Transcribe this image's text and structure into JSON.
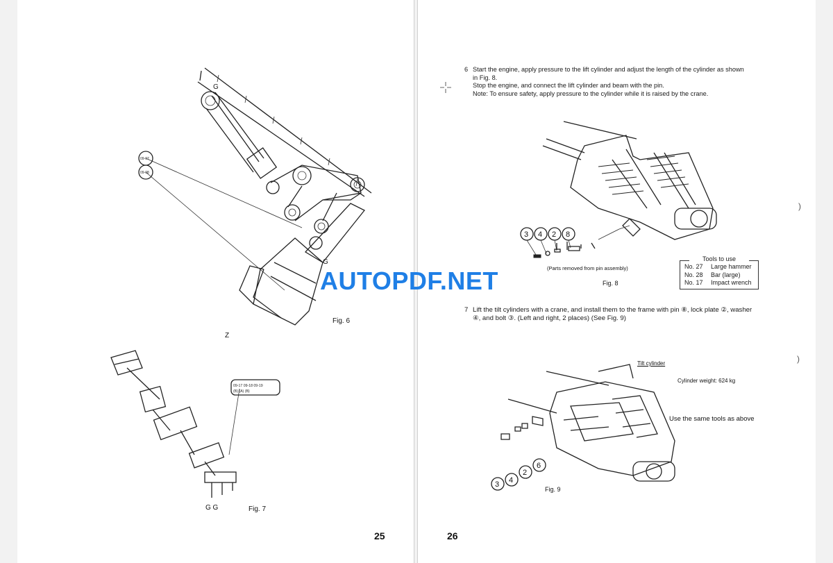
{
  "left_page": {
    "fig6_caption": "Fig. 6",
    "fig6_marker": "Z",
    "fig7_caption": "Fig. 7",
    "fig7_marker": "G G",
    "page_number": "25"
  },
  "right_page": {
    "step6": {
      "number": "6",
      "line1": "Start the engine, apply pressure to the lift cylinder and adjust the length of the cylinder as shown",
      "line2": "in Fig. 8.",
      "line3": "Stop the engine, and connect the lift cylinder and beam with the pin.",
      "line4": "Note: To ensure safety, apply pressure to the cylinder while it is raised by the crane."
    },
    "fig8_parts_note": "(Parts removed from pin assembly)",
    "fig8_caption": "Fig. 8",
    "fig8_callouts": [
      "3",
      "4",
      "2",
      "8"
    ],
    "tools": {
      "title": "Tools to use",
      "rows": [
        {
          "no": "No. 27",
          "name": "Large hammer"
        },
        {
          "no": "No. 28",
          "name": "Bar (large)"
        },
        {
          "no": "No. 17",
          "name": "Impact wrench"
        }
      ]
    },
    "step7": {
      "number": "7",
      "line1": "Lift the tilt cylinders with a crane, and install them to the frame with pin ⑧, lock plate ②, washer",
      "line2": "④, and bolt ③. (Left and right, 2 places) (See Fig. 9)"
    },
    "fig9_tilt_label": "Tilt cylinder",
    "fig9_weight": "Cylinder weight: 624 kg",
    "fig9_tools_note": "Use the same tools as above",
    "fig9_caption": "Fig. 9",
    "fig9_callouts": [
      "3",
      "4",
      "2",
      "6"
    ],
    "page_number": "26"
  },
  "watermark": "AUTOPDF.NET"
}
